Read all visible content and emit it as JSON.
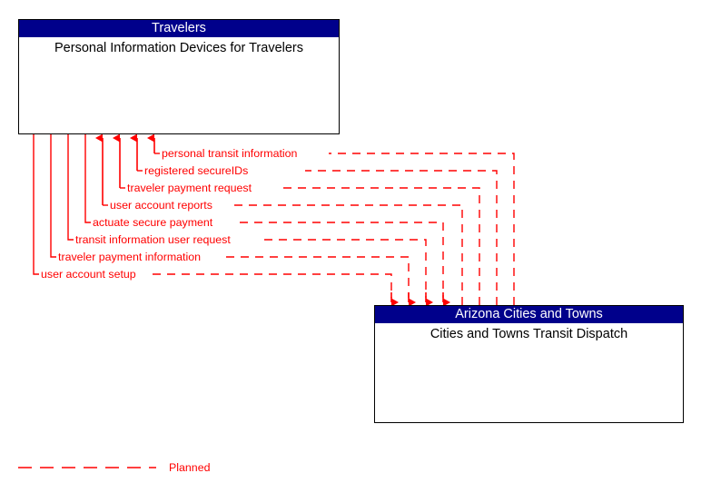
{
  "diagram": {
    "type": "interface-flow-diagram",
    "colors": {
      "box_header_bg": "#00008B",
      "box_header_text": "#FFFFFF",
      "box_border": "#000000",
      "flow_line": "#FF0000",
      "background": "#FFFFFF"
    },
    "nodes": [
      {
        "id": "travelers",
        "stakeholder": "Travelers",
        "name": "Personal Information Devices for Travelers"
      },
      {
        "id": "arizona",
        "stakeholder": "Arizona Cities and Towns",
        "name": "Cities and Towns Transit Dispatch"
      }
    ],
    "flows": [
      {
        "label": "personal transit information",
        "direction": "to-travelers"
      },
      {
        "label": "registered secureIDs",
        "direction": "to-travelers"
      },
      {
        "label": "traveler payment request",
        "direction": "to-travelers"
      },
      {
        "label": "user account reports",
        "direction": "to-travelers"
      },
      {
        "label": "actuate secure payment",
        "direction": "to-dispatch"
      },
      {
        "label": "transit information user request",
        "direction": "to-dispatch"
      },
      {
        "label": "traveler payment information",
        "direction": "to-dispatch"
      },
      {
        "label": "user account setup",
        "direction": "to-dispatch"
      }
    ],
    "legend": [
      {
        "label": "Planned",
        "style": "dashed",
        "color": "#FF0000"
      }
    ]
  }
}
